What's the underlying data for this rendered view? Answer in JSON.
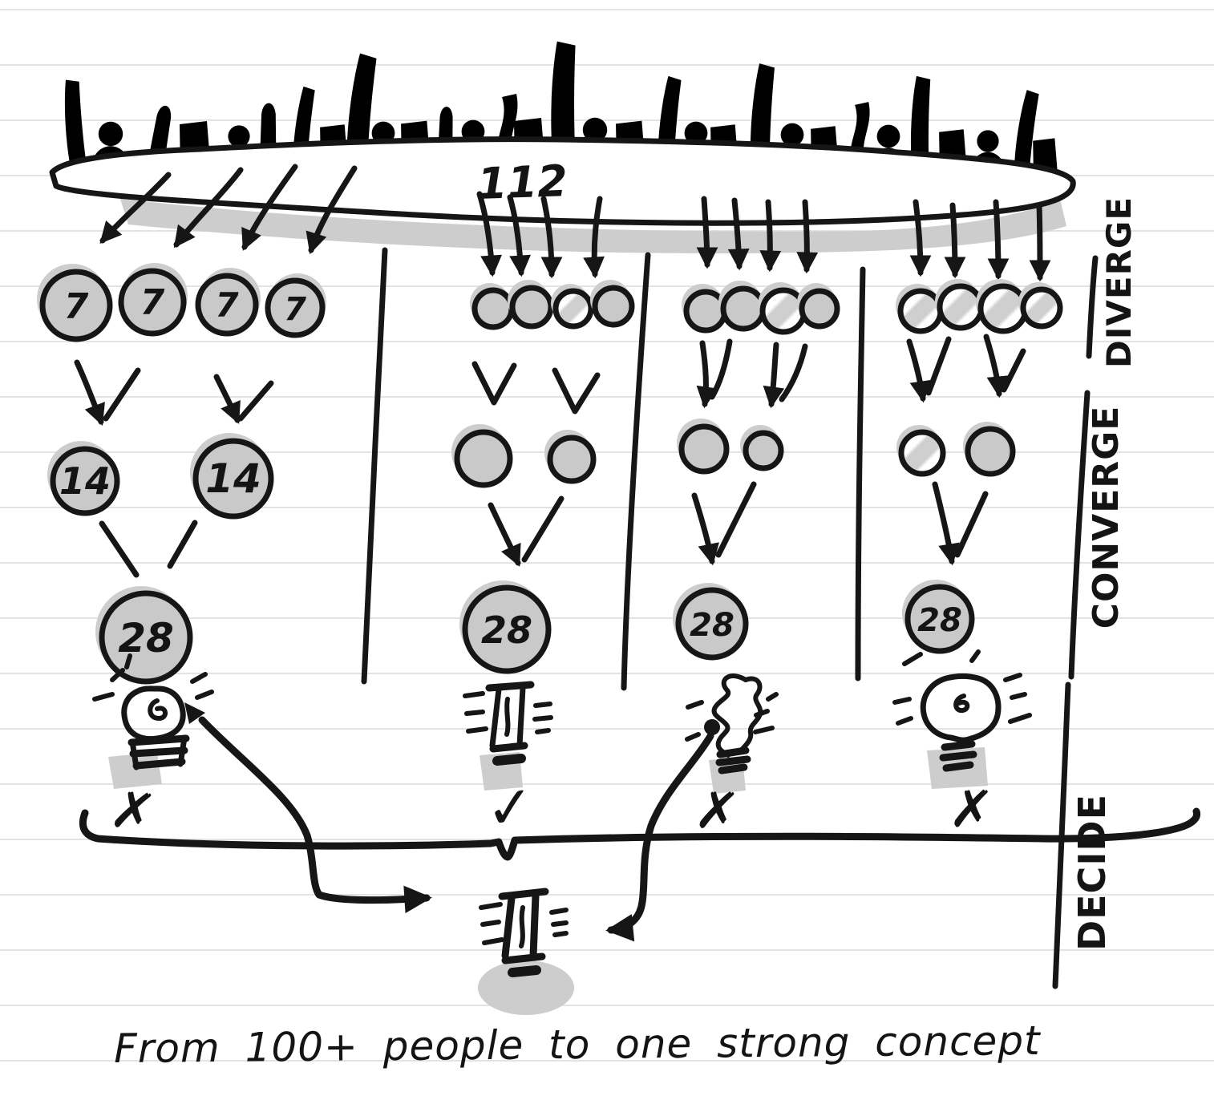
{
  "caption": {
    "text": "From 100+ people to one strong concept"
  },
  "crowd": {
    "count_label": "112"
  },
  "stages": {
    "diverge": "DIVERGE",
    "converge": "CONVERGE",
    "decide": "DECIDE"
  },
  "columns": [
    {
      "top_values": [
        "7",
        "7",
        "7",
        "7"
      ],
      "mid_values": [
        "14",
        "14"
      ],
      "final_value": "28",
      "verdict": "✗"
    },
    {
      "final_value": "28",
      "verdict": "✓"
    },
    {
      "final_value": "28",
      "verdict": "✗"
    },
    {
      "final_value": "28",
      "verdict": "✗"
    }
  ],
  "colors": {
    "ink": "#161616",
    "circle_fill": "#c9c9c9",
    "shadow": "#cdcdcd",
    "ruled_line": "#e3e3e3",
    "paper": "#ffffff"
  }
}
